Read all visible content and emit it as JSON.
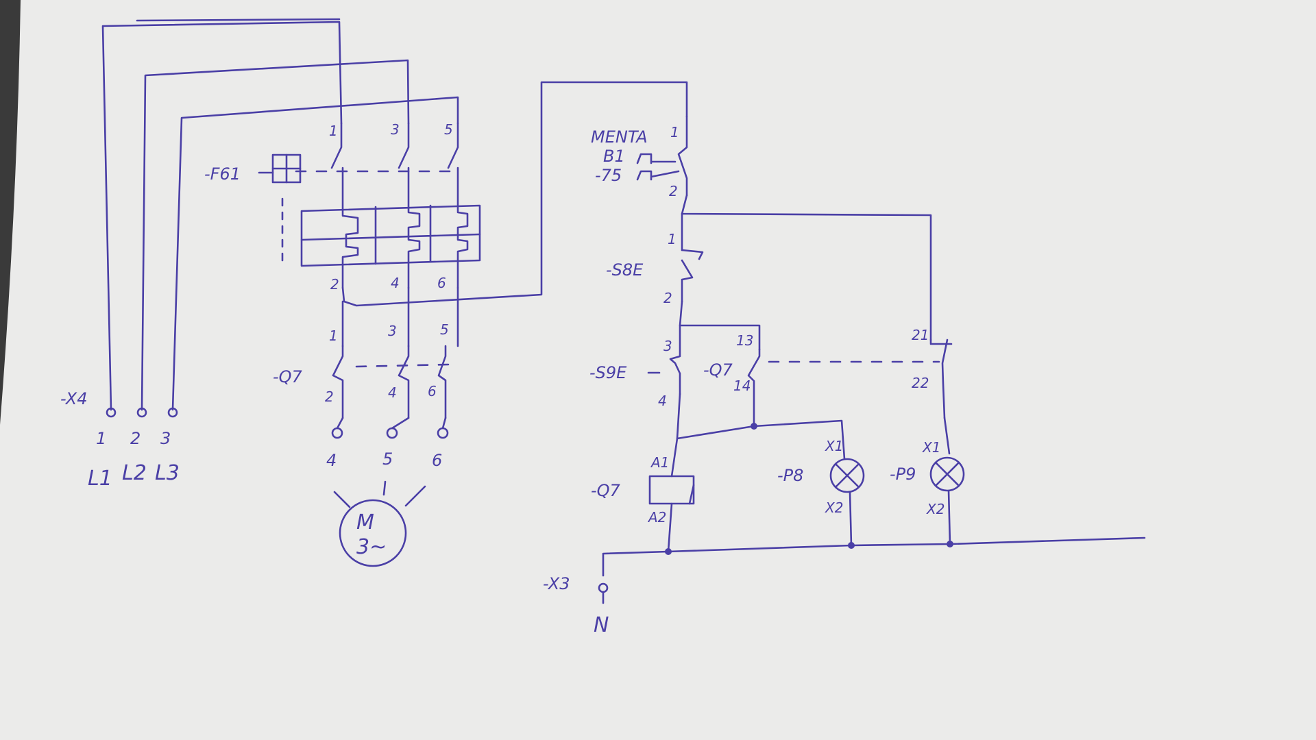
{
  "colors": {
    "ink": "#4a3fa6",
    "paper": "#ececec",
    "background": "#222222"
  },
  "power_circuit": {
    "terminal_strip": "-X4",
    "terminals": [
      "1",
      "2",
      "3"
    ],
    "phases": [
      "L1",
      "L2",
      "L3"
    ],
    "breaker": {
      "tag": "-F61",
      "top_terminals": [
        "1",
        "3",
        "5"
      ],
      "bottom_terminals": [
        "2",
        "4",
        "6"
      ]
    },
    "contactor": {
      "tag": "-Q7",
      "top_terminals": [
        "1",
        "3",
        "5"
      ],
      "bottom_terminals": [
        "2",
        "4",
        "6"
      ]
    },
    "motor_terminals": [
      "4",
      "5",
      "6"
    ],
    "motor": {
      "letter": "M",
      "phase": "3~"
    }
  },
  "control_circuit": {
    "supply_button": {
      "line1": "MENTA",
      "line2": "B1",
      "tag": "-75",
      "top_terminal": "1",
      "bottom_terminal": "2"
    },
    "stop_button": {
      "tag": "-S8E",
      "top_terminal": "1",
      "bottom_terminal": "2"
    },
    "start_button": {
      "tag": "-S9E",
      "top_terminal": "3",
      "bottom_terminal": "4"
    },
    "hold_contact": {
      "tag": "-Q7",
      "top_terminal": "13",
      "bottom_terminal": "14"
    },
    "nc_contact": {
      "top_terminal": "21",
      "bottom_terminal": "22"
    },
    "coil": {
      "tag": "-Q7",
      "top_terminal": "A1",
      "bottom_terminal": "A2"
    },
    "lamp_p8": {
      "tag": "-P8",
      "top_terminal": "X1",
      "bottom_terminal": "X2"
    },
    "lamp_p9": {
      "tag": "-P9",
      "top_terminal": "X1",
      "bottom_terminal": "X2"
    },
    "neutral_terminal": "-X3",
    "neutral": "N"
  }
}
